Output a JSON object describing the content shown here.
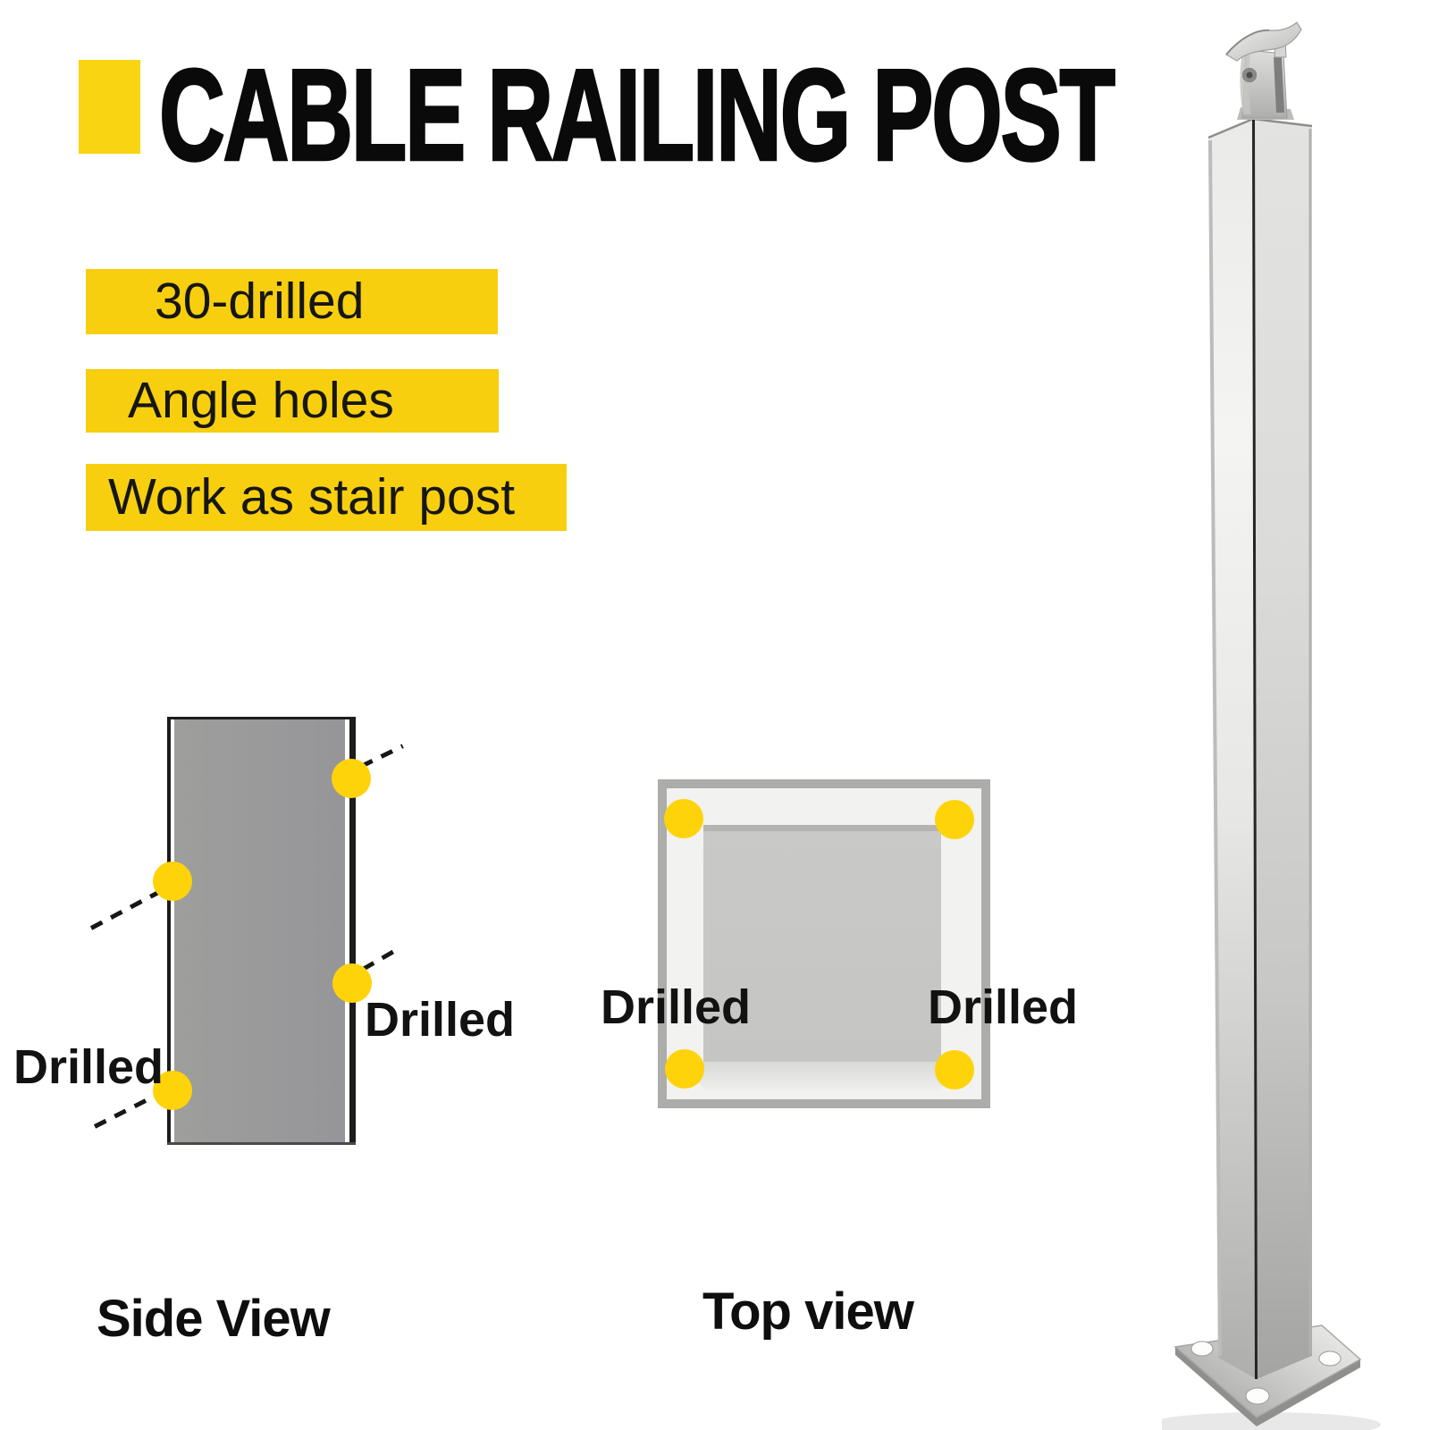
{
  "title": "CABLE RAILING POST",
  "features": [
    {
      "label": "30-drilled"
    },
    {
      "label": "Angle holes"
    },
    {
      "label": "Work as stair post"
    }
  ],
  "side_view": {
    "caption": "Side View",
    "hole_count": 4,
    "hole_labels": {
      "left": "Drilled",
      "right": "Drilled"
    }
  },
  "top_view": {
    "caption": "Top view",
    "hole_count": 4,
    "hole_labels": {
      "left": "Drilled",
      "right": "Drilled"
    }
  },
  "colors": {
    "accent_yellow": "#F7CF0E",
    "title_square_yellow": "#F9D411",
    "dot_yellow": "#FFD30A",
    "text_black": "#111111",
    "side_post_gray": "#9C9C9A",
    "top_frame_gray": "#ACACAA",
    "top_inner_light": "#F2F2F0",
    "top_center_gray": "#C8C8C6",
    "steel_light": "#F2F2F0",
    "steel_dark": "#A8A8A6"
  }
}
